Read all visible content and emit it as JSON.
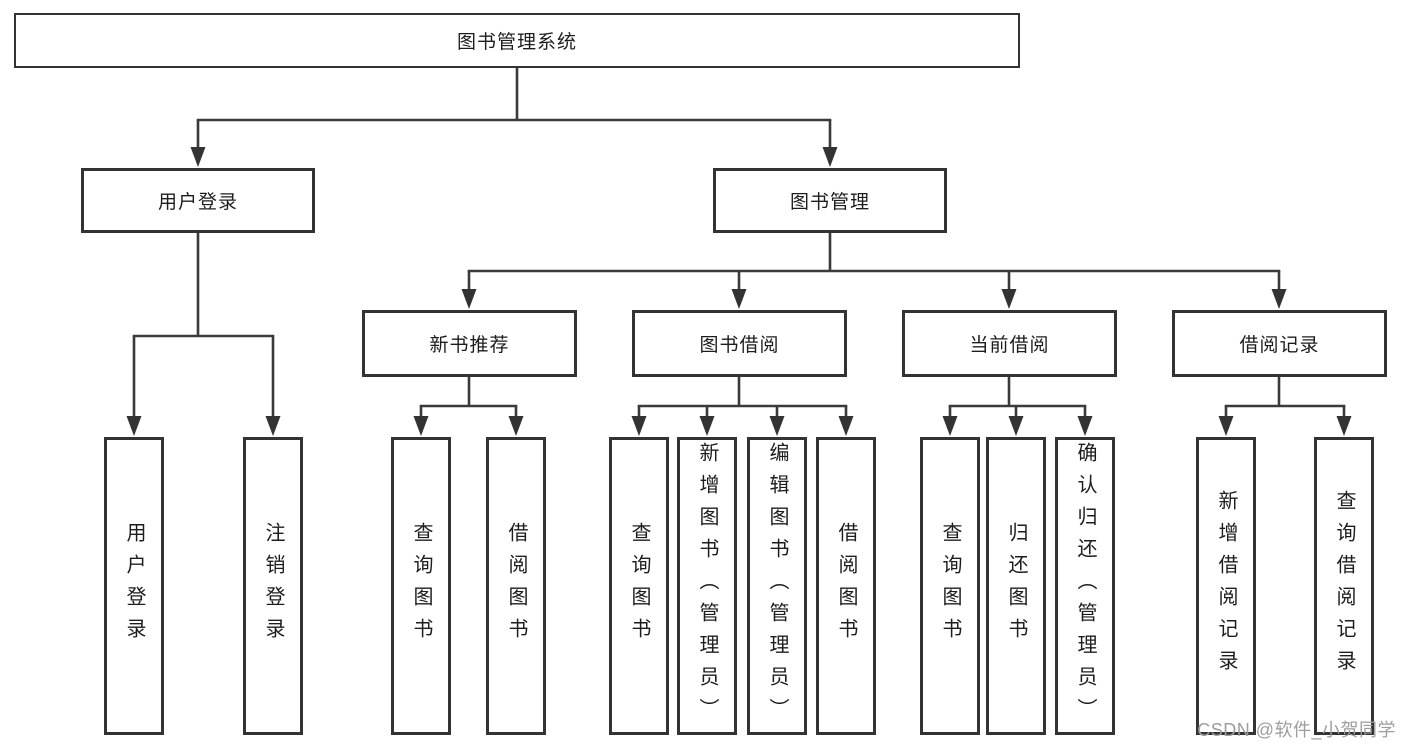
{
  "diagram": {
    "type": "hierarchy-tree",
    "nodes": {
      "root": "图书管理系统",
      "user_login": "用户登录",
      "book_management": "图书管理",
      "new_book_recommend": "新书推荐",
      "book_borrow": "图书借阅",
      "current_borrow": "当前借阅",
      "borrow_records": "借阅记录",
      "leaf_user_login": "用户登录",
      "leaf_logout": "注销登录",
      "leaf_query_books_a": "查询图书",
      "leaf_borrow_books_a": "借阅图书",
      "leaf_query_books_b": "查询图书",
      "leaf_add_books": "新增图书（管理员）",
      "leaf_edit_books": "编辑图书（管理员）",
      "leaf_borrow_books_b": "借阅图书",
      "leaf_query_books_c": "查询图书",
      "leaf_return_books": "归还图书",
      "leaf_confirm_return": "确认归还（管理员）",
      "leaf_add_borrow_record": "新增借阅记录",
      "leaf_query_borrow_record": "查询借阅记录"
    },
    "colors": {
      "line": "#3a3a3a",
      "box_border": "#333333",
      "box_fill": "#ffffff",
      "text": "#1d1d1d",
      "watermark": "#9d9d9d"
    }
  },
  "watermark": "CSDN @软件_小贺同学"
}
